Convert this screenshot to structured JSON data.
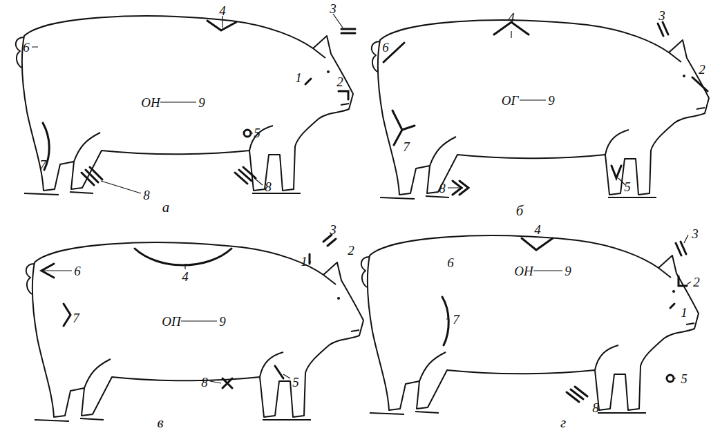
{
  "diagram": {
    "labels": [
      "6",
      "4",
      "3",
      "2",
      "1",
      "ОН",
      "9",
      "7",
      "5",
      "8",
      "8",
      "а",
      "6",
      "4",
      "3",
      "2",
      "7",
      "ОГ",
      "9",
      "8",
      "5",
      "б",
      "6",
      "4",
      "3",
      "2",
      "1",
      "7",
      "ОП",
      "9",
      "8",
      "5",
      "в",
      "3",
      "4",
      "6",
      "ОН",
      "9",
      "2",
      "1",
      "7",
      "5",
      "8",
      "г"
    ]
  }
}
